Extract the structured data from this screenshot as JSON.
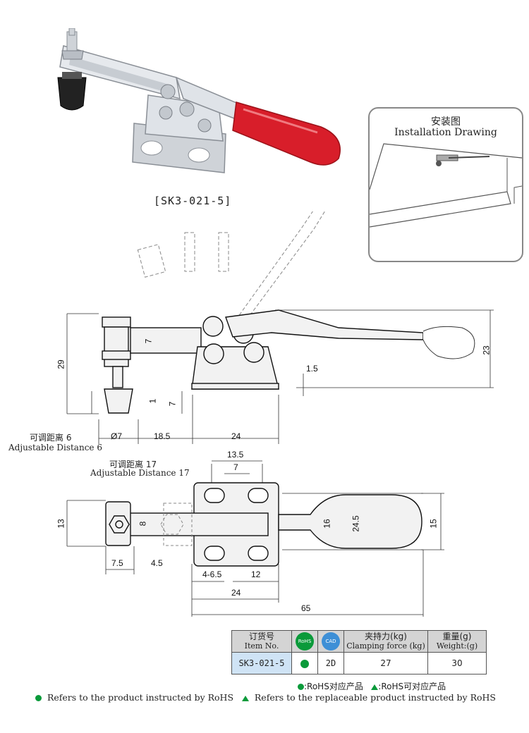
{
  "model_caption": "[SK3-021-5]",
  "installation": {
    "title_cn": "安装图",
    "title_en": "Installation Drawing"
  },
  "side_view": {
    "dims": {
      "height_29": "29",
      "height_23": "23",
      "d7_arm": "7",
      "d1_5": "1.5",
      "d1": "1",
      "d7_low": "7",
      "phi7": "Ø7",
      "d18_5": "18.5",
      "d24": "24"
    },
    "adjustable_cn": "可调距离 6",
    "adjustable_en": "Adjustable Distance 6"
  },
  "top_view": {
    "adjustable_cn": "可调距离 17",
    "adjustable_en": "Adjustable Distance 17",
    "dims": {
      "d13_5": "13.5",
      "d7": "7",
      "d13": "13",
      "d8": "8",
      "d16": "16",
      "d24_5": "24.5",
      "d15": "15",
      "d7_5": "7.5",
      "d4_5": "4.5",
      "d4_6_5": "4-6.5",
      "d12": "12",
      "d24": "24",
      "d65": "65"
    }
  },
  "table": {
    "headers": {
      "item_cn": "订货号",
      "item_en": "Item No.",
      "rohs_icon": "RoHS",
      "cad_icon": "CAD",
      "force_cn": "夹持力(kg)",
      "force_en": "Clamping force (kg)",
      "weight_cn": "重量(g)",
      "weight_en": "Weight:(g)"
    },
    "row": {
      "item": "SK3-021-5",
      "rohs": "●",
      "cad": "2D",
      "force": "27",
      "weight": "30"
    }
  },
  "legend": {
    "cn_rohs": ":RoHS对应产品",
    "cn_replace": ":RoHS可对应产品",
    "en_rohs": "Refers to the product instructed by RoHS",
    "en_replace": "Refers to the replaceable product instructed by RoHS"
  },
  "colors": {
    "handle_red": "#d81e2a",
    "rohs_green": "#0a9a3a",
    "cad_blue": "#3d8fd6",
    "header_gray": "#d4d4d4"
  }
}
